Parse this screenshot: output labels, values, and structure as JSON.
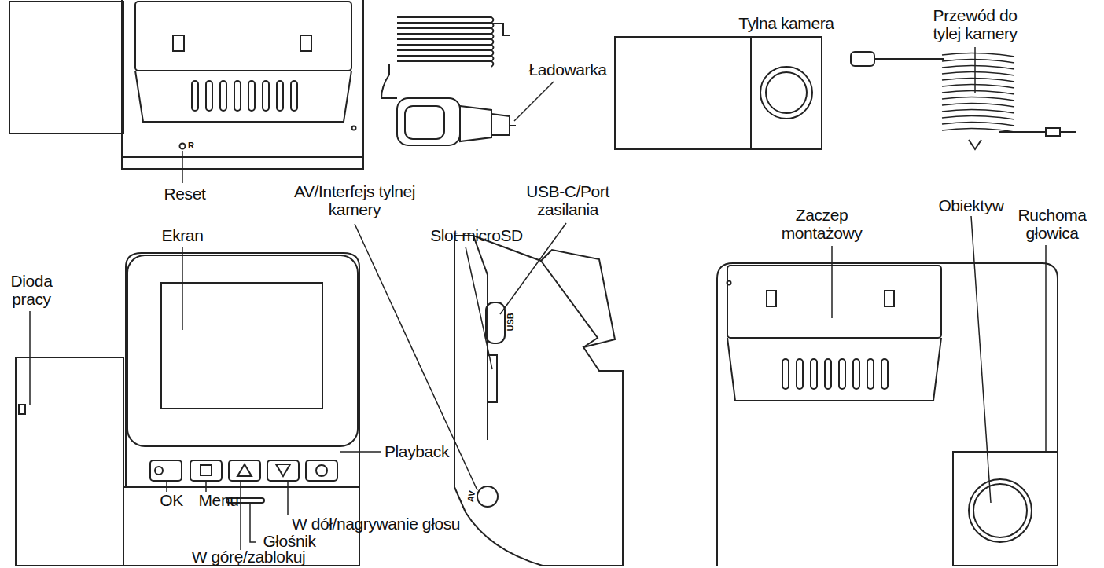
{
  "diagram": {
    "labels": [
      "Ładowarka",
      "Tylna kamera",
      "Przewód do tylej kamery",
      "R",
      "Reset",
      "AV/Interfejs tylnej kamery",
      "USB-C/Port zasilania",
      "Ekran",
      "Slot microSD",
      "Zaczep montażowy",
      "Obiektyw",
      "Ruchoma głowica",
      "Dioda pracy",
      "USB",
      "AV",
      "Playback",
      "OK",
      "Menu",
      "W dół/nagrywanie głosu",
      "Głośnik",
      "W górę/zablokuj"
    ]
  }
}
